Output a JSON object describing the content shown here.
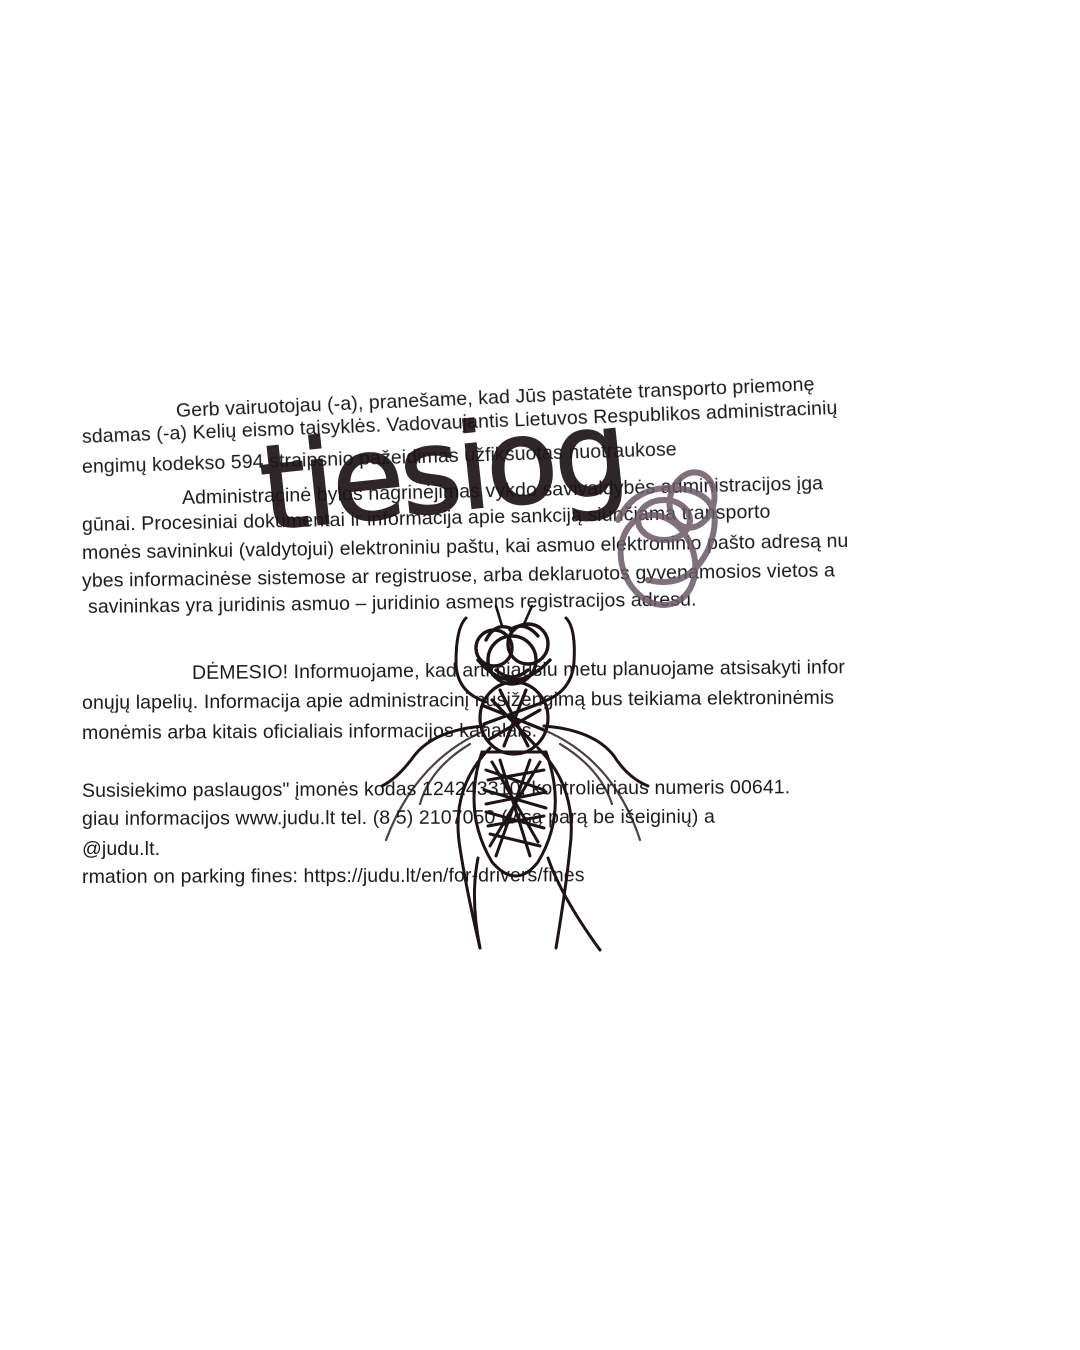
{
  "note": {
    "lines": [
      "Gerb vairuotojau (-a), pranešame, kad Jūs pastatėte transporto priemonę",
      "sdamas (-a) Kelių eismo taisyklės. Vadovaujantis Lietuvos Respublikos administracinių",
      "engimų kodekso 594 straipsnio pažeidimas užfiksuotas nuotraukose",
      "Administracinė bylos nagrinėjimas vykdo savivaldybės administracijos įga",
      "gūnai. Procesiniai dokumentai ir informacija apie sankciją siunčiama transporto",
      "monės savininkui (valdytojui) elektroniniu paštu, kai asmuo elektroninio pašto adresą nu",
      "ybes informacinėse sistemose ar registruose, arba deklaruotos gyvenamosios vietos a",
      "savininkas yra juridinis asmuo – juridinio asmens registracijos adresu.",
      "DĖMESIO! Informuojame, kad artimiausiu metu planuojame atsisakyti infor",
      "onųjų lapelių. Informacija apie administracinį nusižengimą bus teikiama elektroninėmis",
      "monėmis arba kitais oficialiais informacijos kanalais.",
      "Susisiekimo paslaugos\" įmonės kodas 124243310, kontrolieriaus numeris 00641.",
      "giau informacijos www.judu.lt tel. (8 5) 2107050 (visą parą be išeiginių) a",
      "@judu.lt.",
      "rmation on parking fines: https://judu.lt/en/for-drivers/fines"
    ]
  },
  "handwriting": {
    "word": "tiesiog"
  },
  "colors": {
    "paper": "#ffffff",
    "print_ink": "#1a1a1a",
    "pen_ink": "#1e1418",
    "marker_grey": "#6a5a66"
  },
  "icons": {
    "drawing": "fly-sketch-icon"
  }
}
